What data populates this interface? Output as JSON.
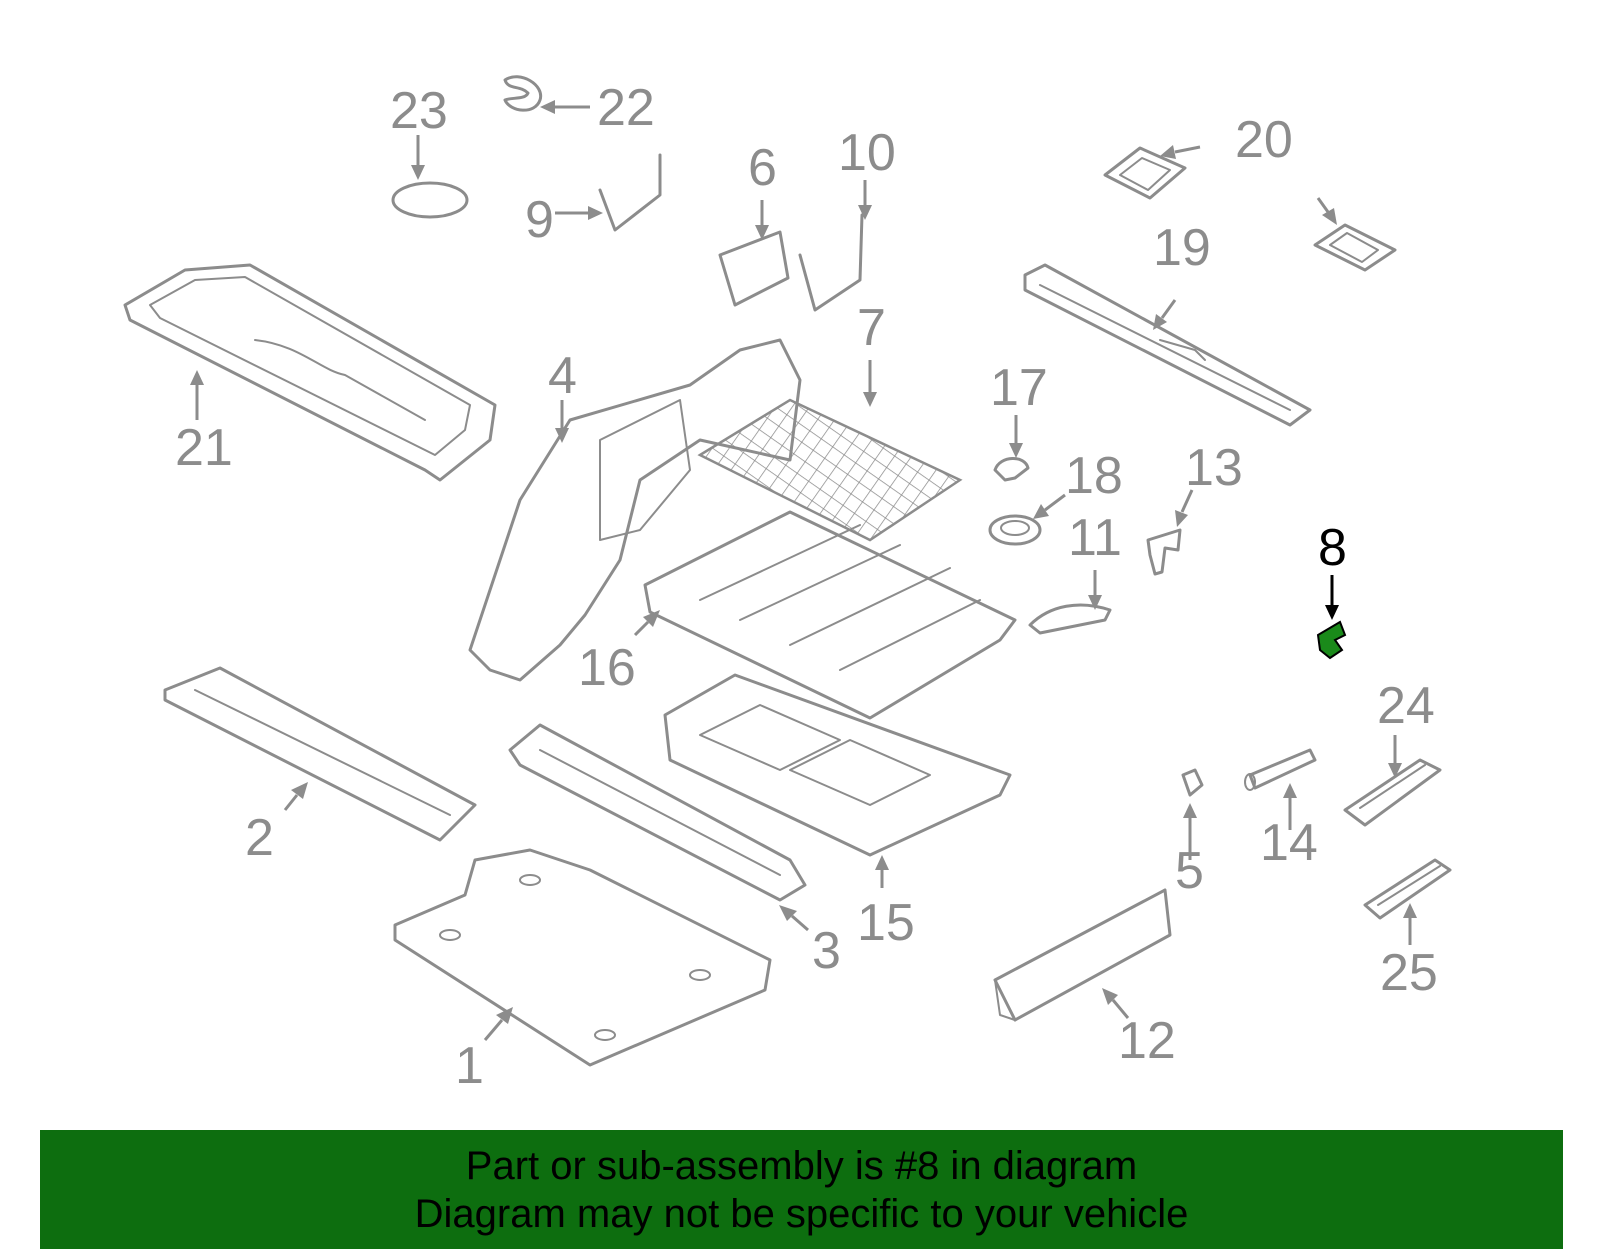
{
  "diagram": {
    "callouts": [
      "1",
      "2",
      "3",
      "4",
      "5",
      "6",
      "7",
      "8",
      "9",
      "10",
      "11",
      "12",
      "13",
      "14",
      "15",
      "16",
      "17",
      "18",
      "19",
      "20",
      "21",
      "22",
      "23",
      "24",
      "25"
    ],
    "highlighted_callout": "8",
    "colors": {
      "part_stroke": "#8c8c8c",
      "highlight_part": "#1a8a1a",
      "highlight_text": "#000000",
      "banner_bg": "#0d6e0f"
    }
  },
  "banner": {
    "line1": "Part or sub-assembly is #8 in diagram",
    "line2": "Diagram may not be specific to your vehicle"
  }
}
